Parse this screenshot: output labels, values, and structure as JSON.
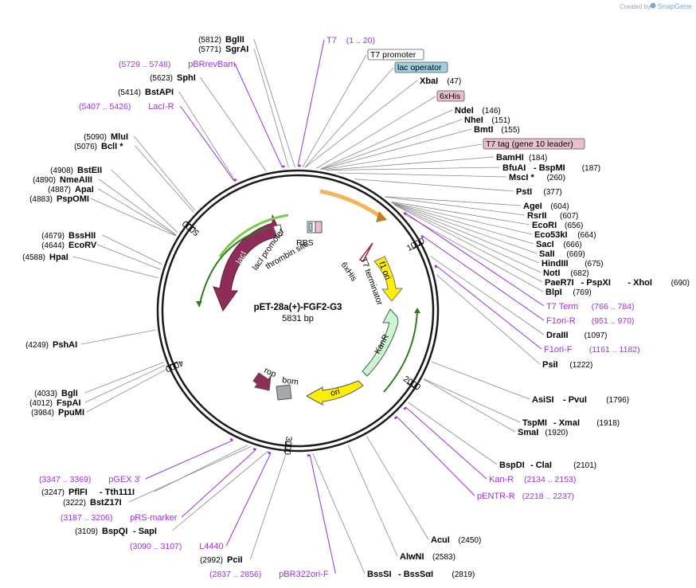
{
  "credit": {
    "prefix": "Created by",
    "brand": "SnapGene"
  },
  "plasmid": {
    "name": "pET-28a(+)-FGF2-G3",
    "length_label": "5831 bp",
    "length": 5831
  },
  "ticks": [
    {
      "label": "1000",
      "pos": 1000
    },
    {
      "label": "2000",
      "pos": 2000
    },
    {
      "label": "3000",
      "pos": 3000
    },
    {
      "label": "4000",
      "pos": 4000
    },
    {
      "label": "5000",
      "pos": 5000
    }
  ],
  "features": [
    {
      "name": "lacI",
      "color": "#8e2d5a"
    },
    {
      "name": "lacI promoter",
      "color": "#ffffff"
    },
    {
      "name": "thrombin site",
      "color": "#ffffff"
    },
    {
      "name": "RBS",
      "color": "#ffffff"
    },
    {
      "name": "6xHis",
      "color": "#ffffff"
    },
    {
      "name": "T7 terminator",
      "color": "#ffffff"
    },
    {
      "name": "f1 ori",
      "color": "#ffef00"
    },
    {
      "name": "KanR",
      "color": "#c9f7cf"
    },
    {
      "name": "ori",
      "color": "#ffef00"
    },
    {
      "name": "bom",
      "color": "#a5a8ad"
    },
    {
      "name": "rop",
      "color": "#8e2d5a"
    }
  ],
  "boxes": [
    {
      "text": "T7 promoter",
      "fill": "#ffffff"
    },
    {
      "text": "lac operator",
      "fill": "#9fd0dd"
    },
    {
      "text": "6xHis",
      "fill": "#e8c0cb"
    },
    {
      "text": "T7 tag (gene 10 leader)",
      "fill": "#e8c0cb"
    }
  ],
  "left_sites": [
    {
      "name": "BglII",
      "pos": "(5812)"
    },
    {
      "name": "SgrAI",
      "pos": "(5771)"
    },
    {
      "name": "SphI",
      "pos": "(5623)"
    },
    {
      "name": "BstAPI",
      "pos": "(5414)"
    },
    {
      "name": "MluI",
      "pos": "(5090)"
    },
    {
      "name": "BclI *",
      "pos": "(5076)"
    },
    {
      "name": "BstEII",
      "pos": "(4908)"
    },
    {
      "name": "NmeAIII",
      "pos": "(4890)"
    },
    {
      "name": "ApaI",
      "pos": "(4887)"
    },
    {
      "name": "PspOMI",
      "pos": "(4883)"
    },
    {
      "name": "BssHII",
      "pos": "(4679)"
    },
    {
      "name": "EcoRV",
      "pos": "(4644)"
    },
    {
      "name": "HpaI",
      "pos": "(4588)"
    },
    {
      "name": "PshAI",
      "pos": "(4249)"
    },
    {
      "name": "BglI",
      "pos": "(4033)"
    },
    {
      "name": "FspAI",
      "pos": "(4012)"
    },
    {
      "name": "PpuMI",
      "pos": "(3984)"
    },
    {
      "name": "PflFI",
      "extra": "Tth111I",
      "pos": "(3247)"
    },
    {
      "name": "BstZ17I",
      "pos": "(3222)"
    },
    {
      "name": "BspQI",
      "extra": "SapI",
      "pos": "(3109)"
    },
    {
      "name": "PciI",
      "pos": "(2992)"
    }
  ],
  "left_primers": [
    {
      "range": "(5729 .. 5748)",
      "name": "pBRrevBam"
    },
    {
      "range": "(5407 .. 5426)",
      "name": "LacI-R"
    },
    {
      "range": "(3347 .. 3369)",
      "name": "pGEX 3'"
    },
    {
      "range": "(3187 .. 3206)",
      "name": "pRS-marker"
    },
    {
      "range": "(3090 .. 3107)",
      "name": "L4440"
    },
    {
      "range": "(2837 .. 2856)",
      "name": "pBR322ori-F"
    }
  ],
  "right_sites": [
    {
      "name": "XbaI",
      "pos": "(47)"
    },
    {
      "name": "NdeI",
      "pos": "(146)"
    },
    {
      "name": "NheI",
      "pos": "(151)"
    },
    {
      "name": "BmtI",
      "pos": "(155)"
    },
    {
      "name": "BamHI",
      "pos": "(184)"
    },
    {
      "name": "BfuAI",
      "extra": "BspMI",
      "pos": "(187)"
    },
    {
      "name": "MscI *",
      "pos": "(260)"
    },
    {
      "name": "PstI",
      "pos": "(377)"
    },
    {
      "name": "AgeI",
      "pos": "(604)"
    },
    {
      "name": "RsrII",
      "pos": "(607)"
    },
    {
      "name": "EcoRI",
      "pos": "(656)"
    },
    {
      "name": "Eco53kI",
      "pos": "(664)"
    },
    {
      "name": "SacI",
      "pos": "(666)"
    },
    {
      "name": "SalI",
      "pos": "(669)"
    },
    {
      "name": "HindIII",
      "pos": "(675)"
    },
    {
      "name": "NotI",
      "pos": "(682)"
    },
    {
      "name": "PaeR7I",
      "extra": "PspXI",
      "extra2": "XhoI",
      "pos": "(690)"
    },
    {
      "name": "BlpI",
      "pos": "(769)"
    },
    {
      "name": "DraIII",
      "pos": "(1097)"
    },
    {
      "name": "PsiI",
      "pos": "(1222)"
    },
    {
      "name": "AsiSI",
      "extra": "PvuI",
      "pos": "(1796)"
    },
    {
      "name": "TspMI",
      "extra": "XmaI",
      "pos": "(1918)"
    },
    {
      "name": "SmaI",
      "pos": "(1920)"
    },
    {
      "name": "BspDI",
      "extra": "ClaI",
      "pos": "(2101)"
    },
    {
      "name": "AcuI",
      "pos": "(2450)"
    },
    {
      "name": "AlwNI",
      "pos": "(2583)"
    },
    {
      "name": "BssSI",
      "extra": "BssSαI",
      "pos": "(2819)"
    }
  ],
  "right_primers": [
    {
      "name": "T7",
      "range": "(1 .. 20)"
    },
    {
      "name": "T7 Term",
      "range": "(766 .. 784)"
    },
    {
      "name": "F1ori-R",
      "range": "(951 .. 970)"
    },
    {
      "name": "F1ori-F",
      "range": "(1161 .. 1182)"
    },
    {
      "name": "Kan-R",
      "range": "(2134 .. 2153)"
    },
    {
      "name": "pENTR-R",
      "range": "(2218 .. 2237)"
    }
  ],
  "colors": {
    "backbone": "#1a1a1a",
    "site_line": "#8a8a8a",
    "primer": "#9b30d9",
    "orange_feature": "#f5b35a",
    "green_arc": "#7ec94a"
  }
}
